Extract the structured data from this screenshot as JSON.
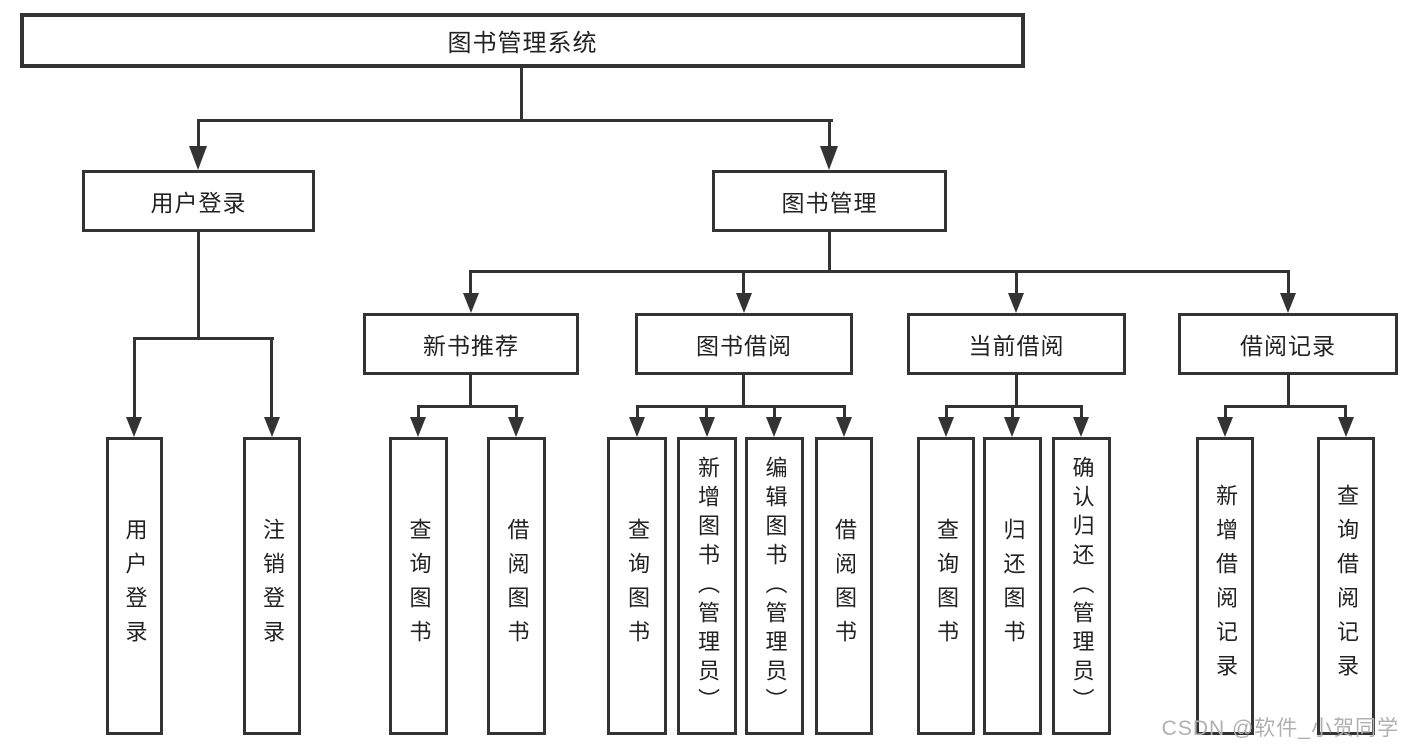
{
  "diagram": {
    "root": {
      "label": "图书管理系统"
    },
    "login": {
      "label": "用户登录",
      "children": [
        {
          "label": "用户登录"
        },
        {
          "label": "注销登录"
        }
      ]
    },
    "manage": {
      "label": "图书管理",
      "children": [
        {
          "label": "新书推荐",
          "children": [
            {
              "label": "查询图书"
            },
            {
              "label": "借阅图书"
            }
          ]
        },
        {
          "label": "图书借阅",
          "children": [
            {
              "label": "查询图书"
            },
            {
              "label": "新增图书（管理员）"
            },
            {
              "label": "编辑图书（管理员）"
            },
            {
              "label": "借阅图书"
            }
          ]
        },
        {
          "label": "当前借阅",
          "children": [
            {
              "label": "查询图书"
            },
            {
              "label": "归还图书"
            },
            {
              "label": "确认归还（管理员）"
            }
          ]
        },
        {
          "label": "借阅记录",
          "children": [
            {
              "label": "新增借阅记录"
            },
            {
              "label": "查询借阅记录"
            }
          ]
        }
      ]
    },
    "watermark": {
      "text": "CSDN @软件_小贺同学"
    }
  },
  "colors": {
    "line": "#333333",
    "text": "#222222",
    "boxbg": "#ffffff",
    "wm": "#b0b0b0",
    "bg": "#ffffff"
  }
}
